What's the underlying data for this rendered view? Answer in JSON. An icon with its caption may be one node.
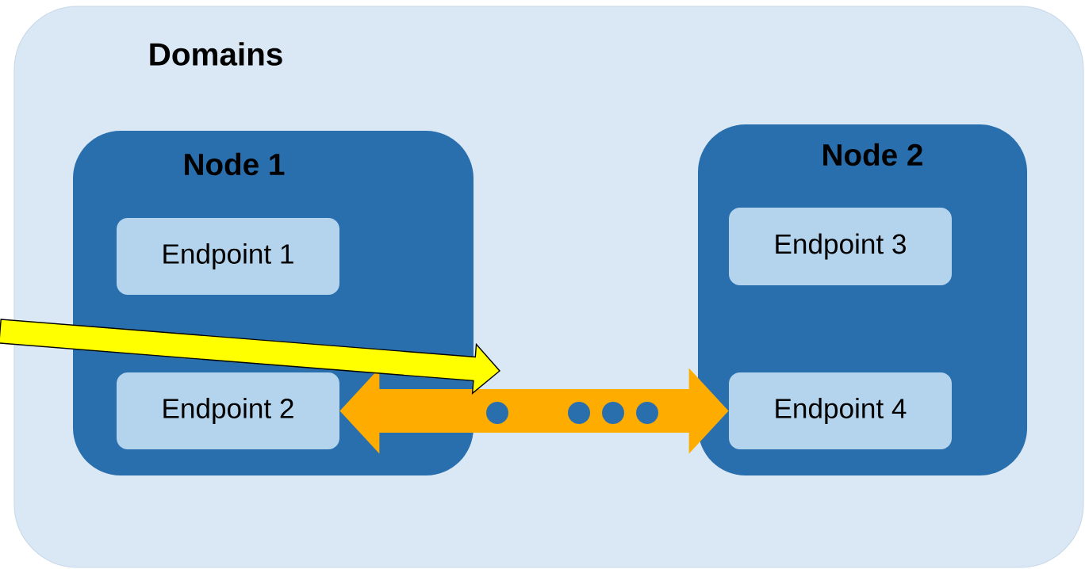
{
  "diagram": {
    "nodes": [
      {
        "text": [
          "Domains"
        ]
      },
      {
        "text": [
          "Node 1"
        ],
        "in": 0
      },
      {
        "text": [
          "Endpoint 1"
        ],
        "in": 1
      },
      {
        "text": [
          "Endpoint 2"
        ],
        "in": 1
      },
      {
        "text": [
          "Node 2"
        ],
        "in": 0
      },
      {
        "text": [
          "Endpoint 3"
        ],
        "in": 4
      },
      {
        "text": [
          "Endpoint 4"
        ],
        "in": 4
      }
    ],
    "edges": [
      {
        "from": 3,
        "to": 6,
        "arrow": "both",
        "color": "#ffac00"
      },
      {
        "from": null,
        "to": 0,
        "arrow": "to",
        "color": "#ffff00"
      }
    ]
  }
}
